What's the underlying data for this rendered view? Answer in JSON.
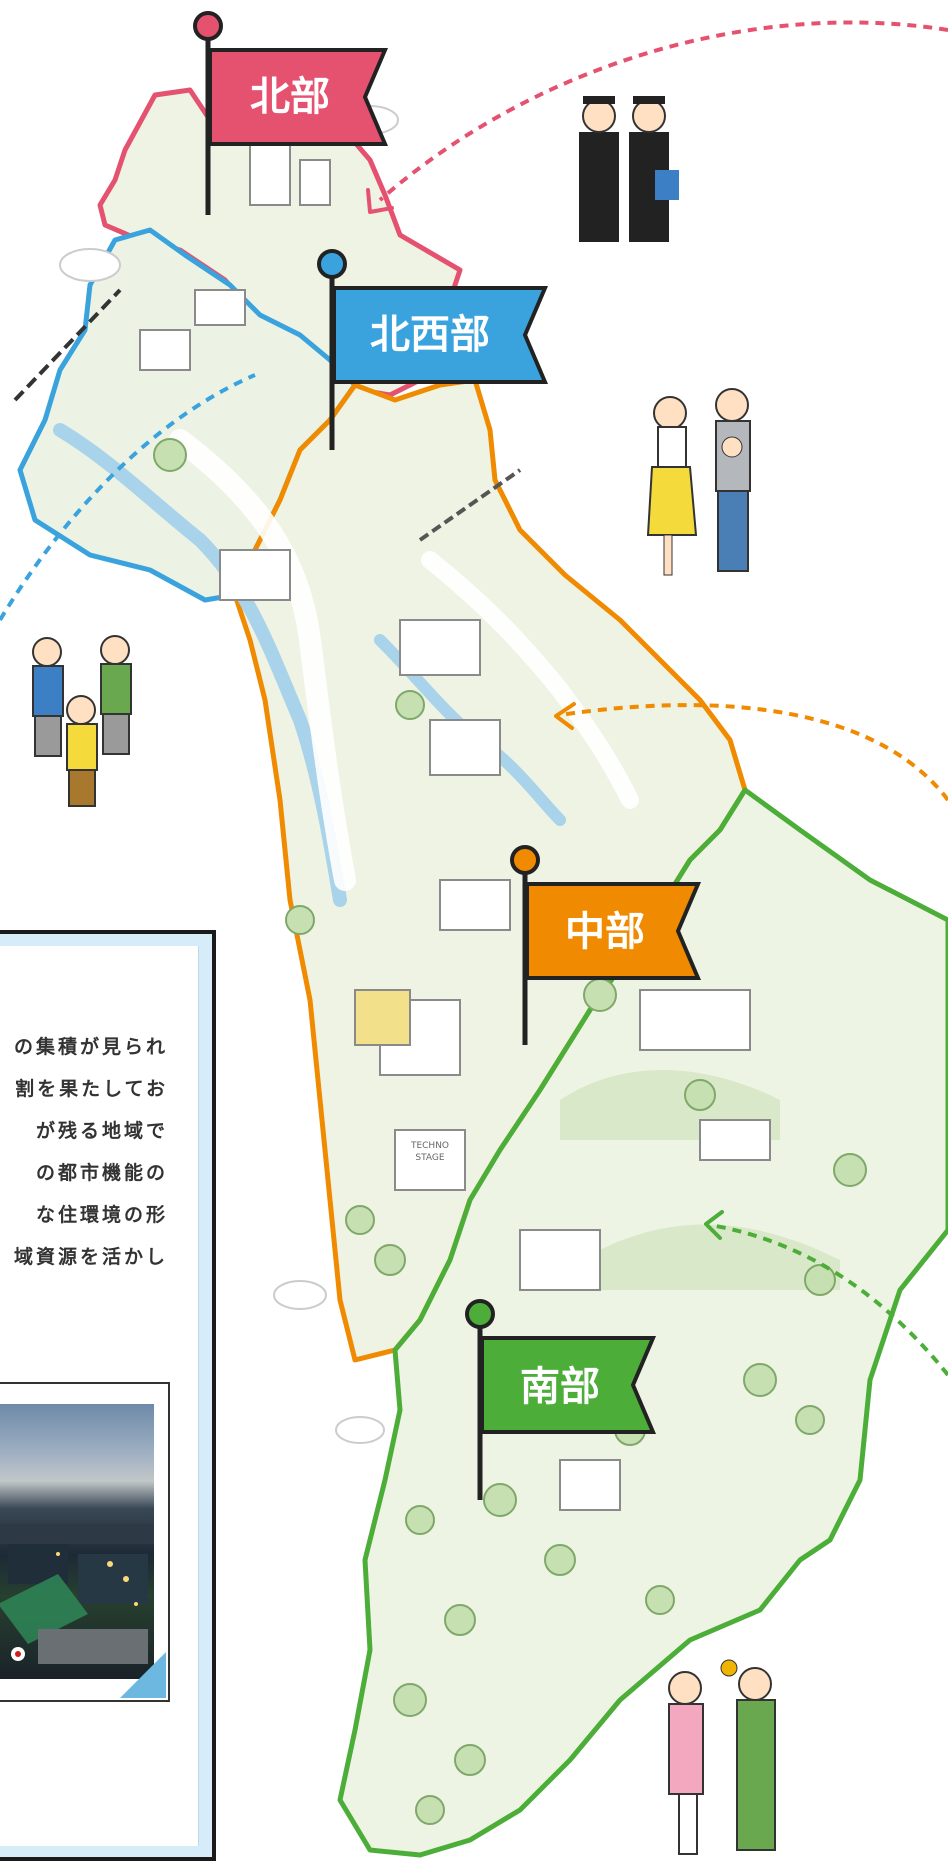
{
  "regions": [
    {
      "name": "北部",
      "color": "#e5526f"
    },
    {
      "name": "北西部",
      "color": "#3aa3de"
    },
    {
      "name": "中部",
      "color": "#f08a00"
    },
    {
      "name": "南部",
      "color": "#4cae39"
    }
  ],
  "description_lines": [
    "の集積が見られ",
    "割を果たしてお",
    "が残る地域で",
    "の都市機能の",
    "な住環境の形",
    "域資源を活かし"
  ],
  "sign_text": [
    "TECHNO",
    "STAGE"
  ],
  "icons": [
    "flag-icon",
    "family-icon",
    "graduates-icon",
    "elderly-icon",
    "farmer-icon",
    "tree-icon",
    "house-icon"
  ],
  "colors": {
    "map_fill": "#eef3e3",
    "north_border": "#e5526f",
    "northwest_border": "#3aa3de",
    "central_border": "#f08a00",
    "south_border": "#4cae39",
    "river": "#a9d3ea",
    "panel_bg": "#d6ecf8"
  }
}
